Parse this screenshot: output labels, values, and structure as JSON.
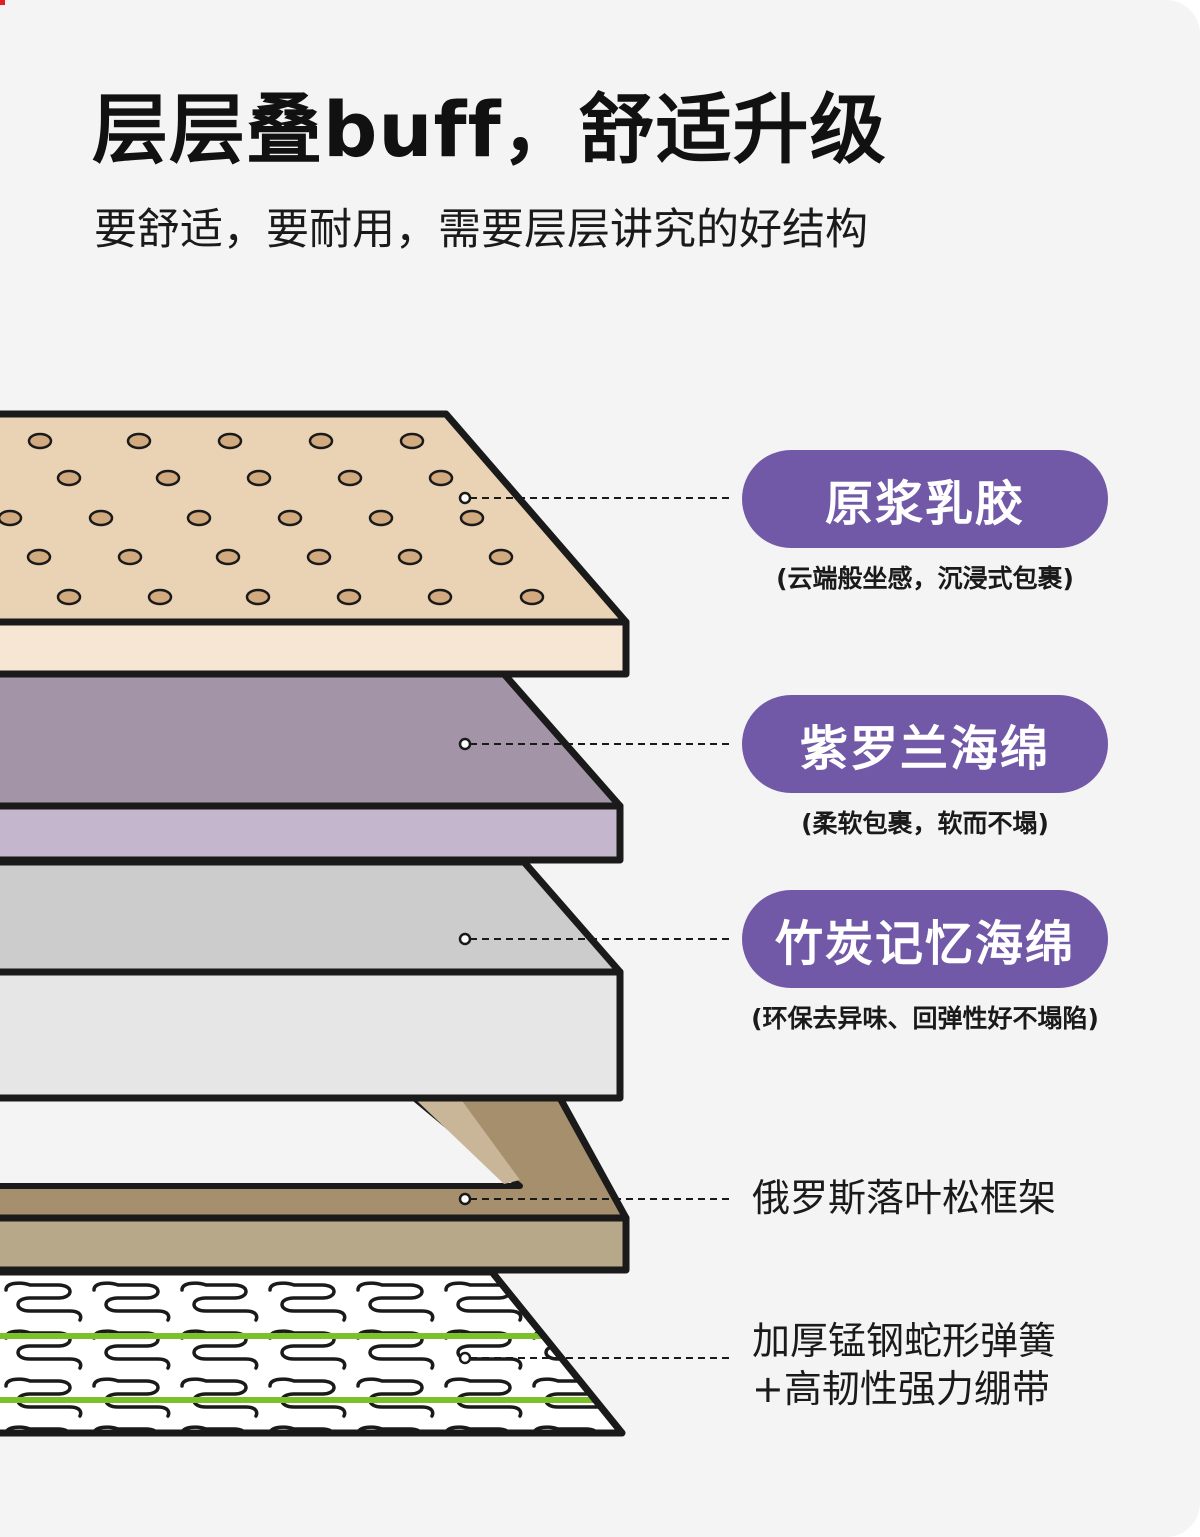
{
  "header": {
    "title": "层层叠buff，舒适升级",
    "subtitle": "要舒适，要耐用，需要层层讲究的好结构"
  },
  "layers": [
    {
      "name": "原浆乳胶",
      "note": "(云端般坐感，沉浸式包裹)"
    },
    {
      "name": "紫罗兰海绵",
      "note": "(柔软包裹，软而不塌)"
    },
    {
      "name": "竹炭记忆海绵",
      "note": "(环保去异味、回弹性好不塌陷)"
    },
    {
      "name": "俄罗斯落叶松框架"
    },
    {
      "name_line1": "加厚锰钢蛇形弹簧",
      "name_line2": "+高韧性强力绷带"
    }
  ],
  "colors": {
    "accent_purple": "#7159a8",
    "latex_top": "#ead3b5",
    "latex_side": "#f6e6d3",
    "violet_top": "#a494a8",
    "violet_side": "#c4b7cd",
    "charcoal_top": "#cccccc",
    "charcoal_side": "#e6e6e6",
    "frame": "#a58f6d",
    "spring_green": "#7cc12a"
  },
  "icons": [
    "leader-dot-icon"
  ]
}
